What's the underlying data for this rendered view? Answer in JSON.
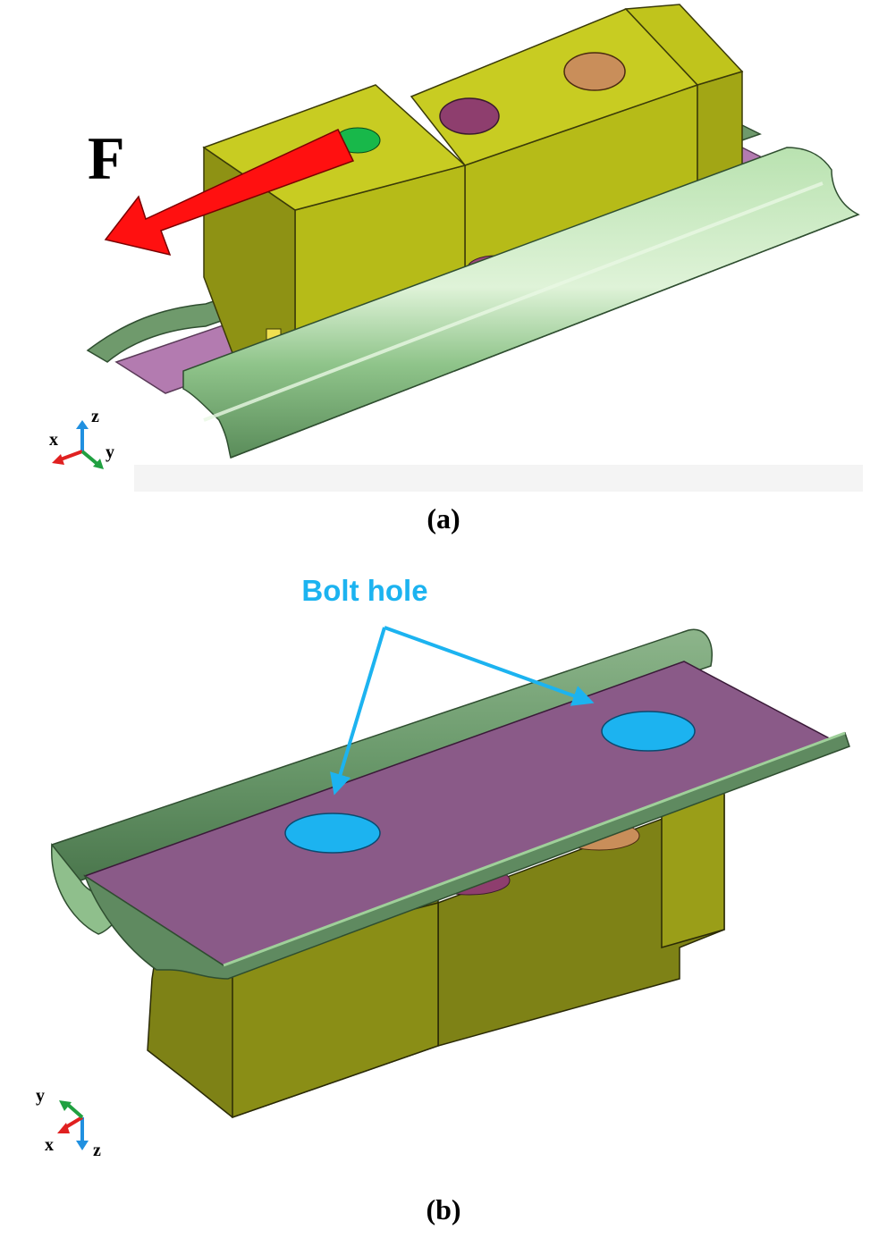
{
  "panel_a": {
    "force_label": "F",
    "axes": {
      "x": "x",
      "y": "y",
      "z": "z"
    },
    "caption": "(a)"
  },
  "panel_b": {
    "annotation": "Bolt hole",
    "axes": {
      "x": "x",
      "y": "y",
      "z": "z"
    },
    "caption": "(b)"
  },
  "colors": {
    "block_top": "#c0c41c",
    "block_front": "#b6bb18",
    "block_side": "#8e9214",
    "rail_green": "#a9d8a0",
    "rail_dark": "#4f7b52",
    "plate_purple": "#8a5a88",
    "plate_light": "#c890c8",
    "bolt_hole": "#1cb3f0",
    "bolt_maroon": "#8e3e6e",
    "bolt_tan": "#c98e5a",
    "force_arrow": "#ff1010",
    "force_tip": "#18b84a",
    "axis_x": "#e02020",
    "axis_y": "#20a040",
    "axis_z": "#2090e0"
  }
}
